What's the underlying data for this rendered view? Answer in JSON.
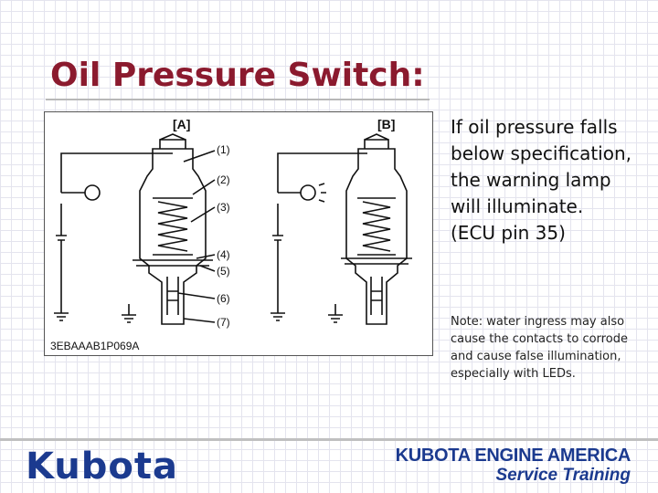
{
  "slide": {
    "title": "Oil Pressure Switch:",
    "body": "If oil pressure falls below specification, the warning lamp will illuminate. (ECU pin 35)",
    "note": "Note: water ingress may also cause the contacts to corrode and cause false illumination, especially with LEDs."
  },
  "figure": {
    "label_a": "[A]",
    "label_b": "[B]",
    "callouts": [
      "(1)",
      "(2)",
      "(3)",
      "(4)",
      "(5)",
      "(6)",
      "(7)"
    ],
    "caption": "3EBAAAB1P069A"
  },
  "footer": {
    "logo": "Kubota",
    "company": "KUBOTA ENGINE AMERICA",
    "tagline": "Service Training"
  },
  "colors": {
    "title": "#8b1a2e",
    "brand_blue": "#1b3a8f"
  }
}
